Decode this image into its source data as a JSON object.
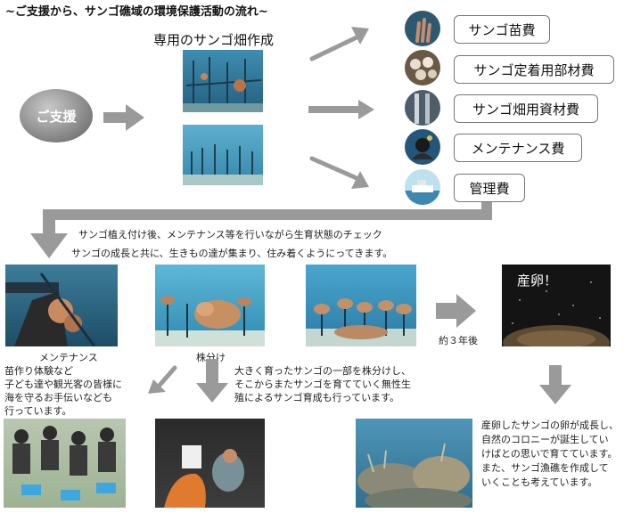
{
  "title": "~ご支援から、サンゴ礁域の環境保護活動の流れ~",
  "subtitle": "専用のサンゴ畑作成",
  "support_label": "ご支援",
  "costs": [
    {
      "label": "サンゴ苗費"
    },
    {
      "label": "サンゴ定着用部材費"
    },
    {
      "label": "サンゴ畑用資材費"
    },
    {
      "label": "メンテナンス費"
    },
    {
      "label": "管理費"
    }
  ],
  "flow": {
    "line1": "サンゴ植え付け後、メンテナンス等を行いながら生育状態のチェック",
    "line2": "サンゴの成長と共に、生きもの達が集まり、住み着くようにってきます。"
  },
  "captions": {
    "maintenance": "メンテナンス",
    "division": "株分け",
    "years": "約３年後",
    "spawning": "産卵！"
  },
  "experience_text": [
    "苗作り体験など",
    "子ども達や観光客の皆様に",
    "海を守るお手伝いなども",
    "行っています。"
  ],
  "division_text": [
    "大きく育ったサンゴの一部を株分けし、",
    "そこからまたサンゴを育てていく無性生",
    "殖によるサンゴ育成も行っています。"
  ],
  "spawn_text": [
    "産卵したサンゴの卵が成長し、",
    "自然のコロニーが誕生してい",
    "けばとの思いで育てています。",
    "また、サンゴ漁礁を作成して",
    "いくことも考えています。"
  ],
  "colors": {
    "arrow": "#9a9a9a",
    "ocean": "#2f6f8f",
    "border": "#777777"
  }
}
